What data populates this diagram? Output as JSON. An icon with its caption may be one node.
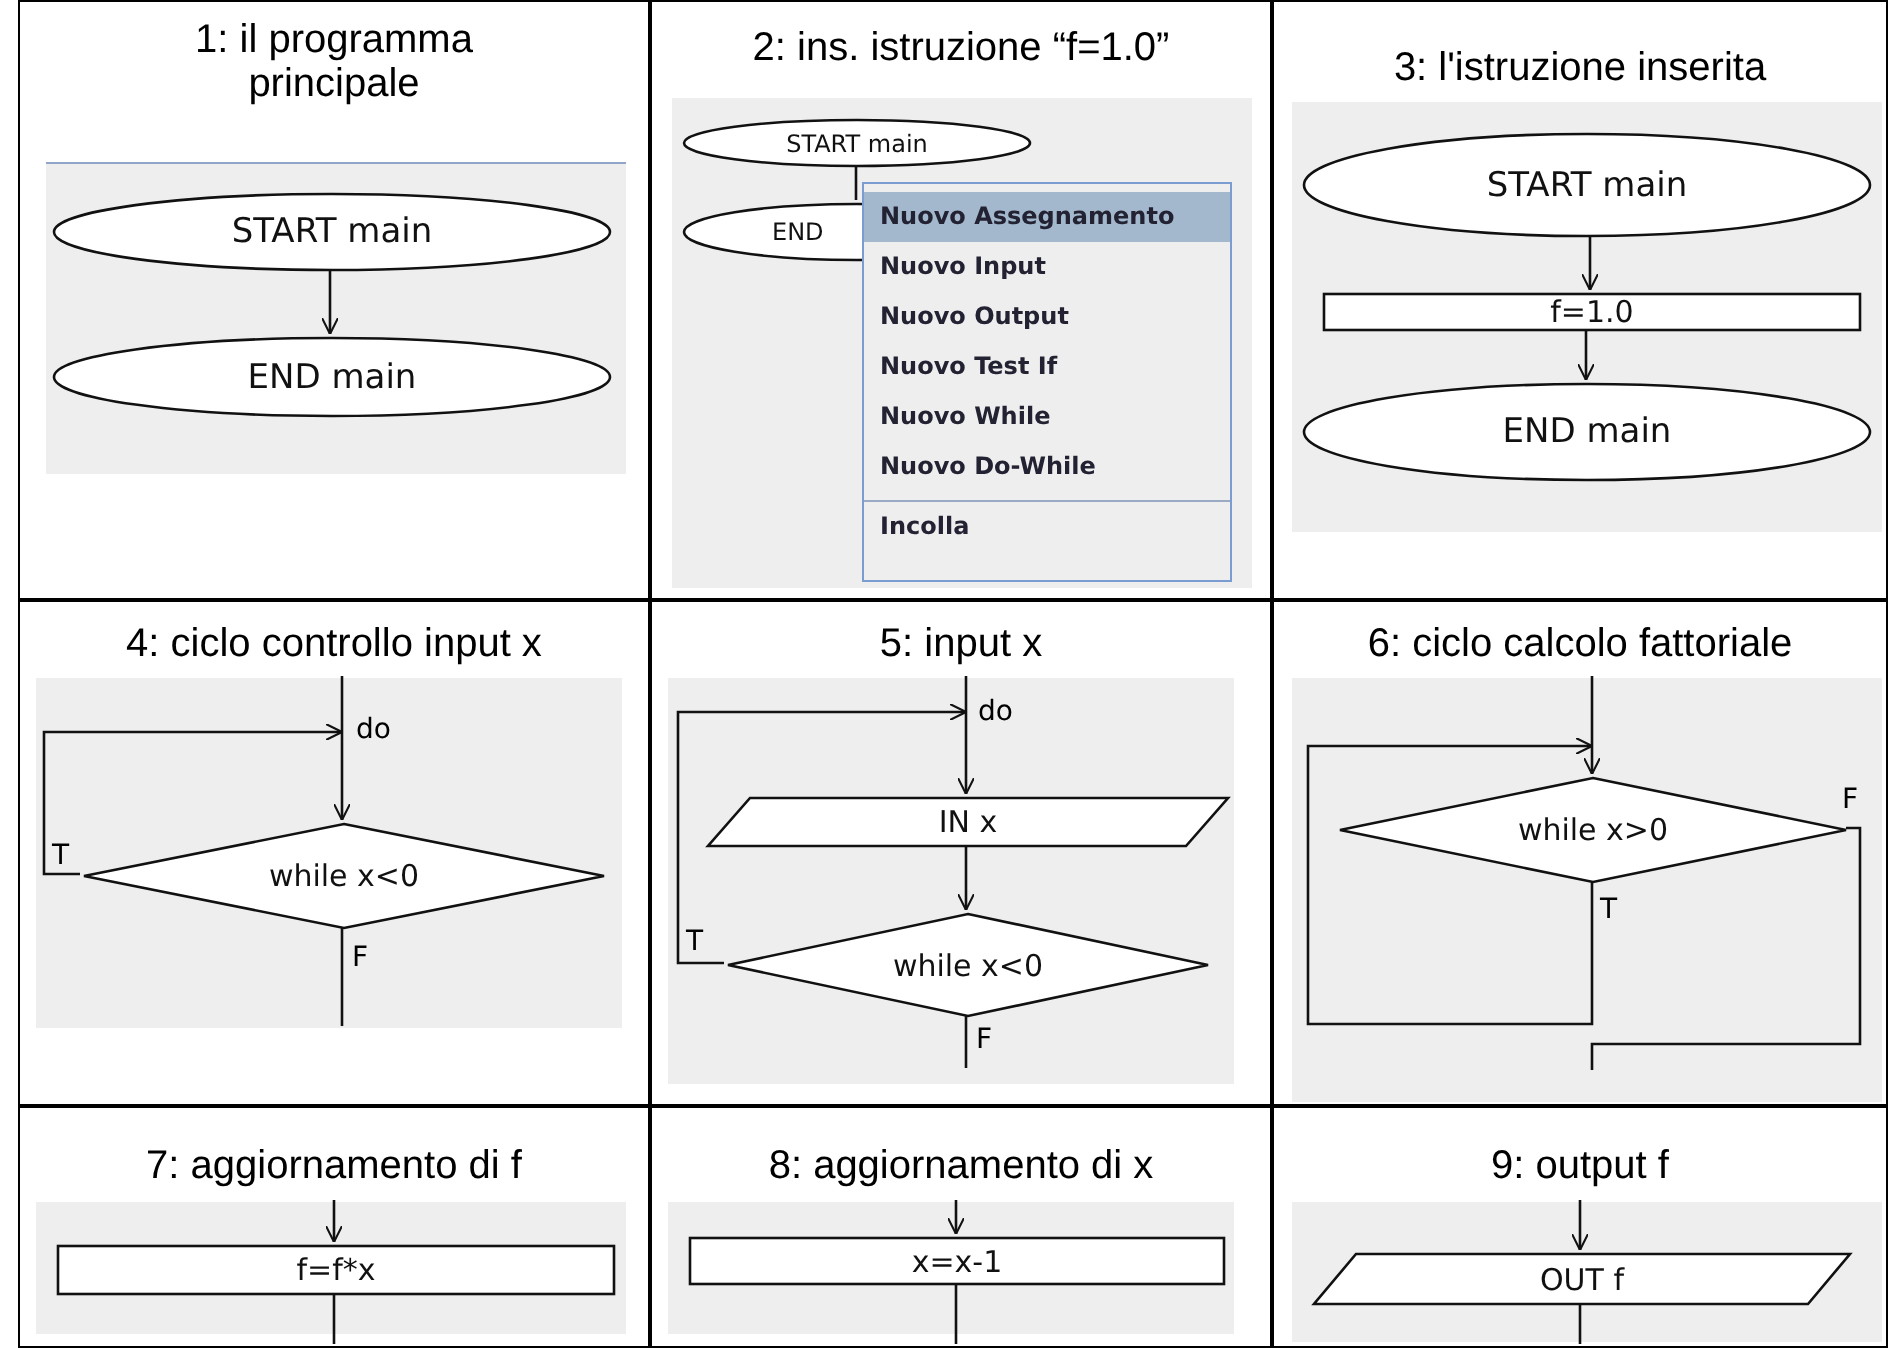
{
  "diagram": {
    "nodes": [
      {
        "text": [
          "1: il programma principale"
        ]
      },
      {
        "text": [
          "START main"
        ],
        "in": 0
      },
      {
        "text": [
          "END main"
        ],
        "in": 0
      },
      {
        "text": [
          "2: ins. istruzione “f=1.0”"
        ]
      },
      {
        "text": [
          "START main"
        ],
        "in": 3
      },
      {
        "text": [
          "END"
        ],
        "in": 3
      },
      {
        "text": [
          "Nuovo Assegnamento",
          "Nuovo Input",
          "Nuovo Output",
          "Nuovo Test If",
          "Nuovo While",
          "Nuovo Do-While",
          "Incolla"
        ],
        "in": 3
      },
      {
        "text": [
          "3: l'istruzione inserita"
        ]
      },
      {
        "text": [
          "START main"
        ],
        "in": 7
      },
      {
        "text": [
          "f=1.0"
        ],
        "in": 7
      },
      {
        "text": [
          "END main"
        ],
        "in": 7
      },
      {
        "text": [
          "4: ciclo controllo input x"
        ]
      },
      {
        "text": [
          "while x<0"
        ],
        "in": 11
      },
      {
        "text": [
          "5: input x"
        ]
      },
      {
        "text": [
          "IN x"
        ],
        "in": 13
      },
      {
        "text": [
          "while x<0"
        ],
        "in": 13
      },
      {
        "text": [
          "6: ciclo calcolo fattoriale"
        ]
      },
      {
        "text": [
          "while x>0"
        ],
        "in": 16
      },
      {
        "text": [
          "7: aggiornamento di f"
        ]
      },
      {
        "text": [
          "f=f*x"
        ],
        "in": 18
      },
      {
        "text": [
          "8: aggiornamento di x"
        ]
      },
      {
        "text": [
          "x=x-1"
        ],
        "in": 20
      },
      {
        "text": [
          "9: output f"
        ]
      },
      {
        "text": [
          "OUT f"
        ],
        "in": 22
      }
    ],
    "edges": [
      {
        "from": 1,
        "to": 2,
        "arrow": "to"
      },
      {
        "from": 4,
        "to": 5,
        "arrow": "none"
      },
      {
        "from": 8,
        "to": 9,
        "arrow": "to"
      },
      {
        "from": 9,
        "to": 10,
        "arrow": "to"
      },
      {
        "from": null,
        "to": 12,
        "arrow": "to",
        "label": "do"
      },
      {
        "from": 12,
        "to": 12,
        "arrow": "to",
        "label": "T"
      },
      {
        "from": 12,
        "to": null,
        "arrow": "none",
        "label": "F"
      },
      {
        "from": null,
        "to": 14,
        "arrow": "to",
        "label": "do"
      },
      {
        "from": 14,
        "to": 15,
        "arrow": "to"
      },
      {
        "from": 15,
        "to": 14,
        "arrow": "to",
        "label": "T"
      },
      {
        "from": 15,
        "to": null,
        "arrow": "none",
        "label": "F"
      },
      {
        "from": null,
        "to": 17,
        "arrow": "to"
      },
      {
        "from": 17,
        "to": 17,
        "arrow": "to",
        "label": "T"
      },
      {
        "from": 17,
        "to": null,
        "arrow": "none",
        "label": "F"
      },
      {
        "from": null,
        "to": 19,
        "arrow": "to"
      },
      {
        "from": 19,
        "to": null,
        "arrow": "none"
      },
      {
        "from": null,
        "to": 21,
        "arrow": "to"
      },
      {
        "from": 21,
        "to": null,
        "arrow": "none"
      },
      {
        "from": null,
        "to": 23,
        "arrow": "to"
      },
      {
        "from": 23,
        "to": null,
        "arrow": "none"
      }
    ]
  }
}
